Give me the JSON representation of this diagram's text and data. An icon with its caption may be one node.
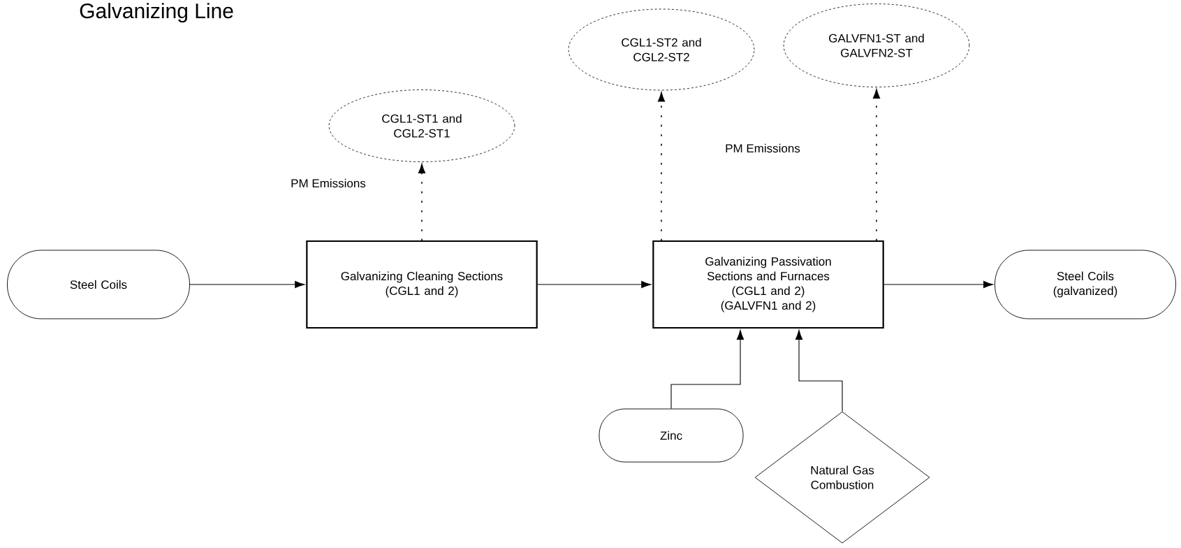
{
  "diagram": {
    "title": "Galvanizing Line",
    "nodes": [
      {
        "text": [
          "CGL1-ST2 and CGL2-ST2"
        ]
      },
      {
        "text": [
          "GALVFN1-ST and GALVFN2-ST"
        ]
      },
      {
        "text": [
          "CGL1-ST1 and CGL2-ST1"
        ]
      },
      {
        "text": [
          "Steel Coils"
        ]
      },
      {
        "text": [
          "Galvanizing Cleaning Sections",
          "(CGL1 and 2)"
        ]
      },
      {
        "text": [
          "Galvanizing Passivation Sections and Furnaces",
          "(CGL1 and 2)",
          "(GALVFN1 and 2)"
        ]
      },
      {
        "text": [
          "Steel Coils",
          "(galvanized)"
        ]
      },
      {
        "text": [
          "Zinc"
        ]
      },
      {
        "text": [
          "Natural Gas Combustion"
        ]
      }
    ],
    "edges": [
      {
        "from": 3,
        "to": 4,
        "arrow": "to"
      },
      {
        "from": 4,
        "to": 5,
        "arrow": "to"
      },
      {
        "from": 5,
        "to": 6,
        "arrow": "to"
      },
      {
        "from": 4,
        "to": 2,
        "arrow": "to",
        "style": "dashed"
      },
      {
        "from": 5,
        "to": 0,
        "arrow": "to",
        "style": "dashed"
      },
      {
        "from": 5,
        "to": 1,
        "arrow": "to",
        "style": "dashed"
      },
      {
        "from": 7,
        "to": 5,
        "arrow": "to"
      },
      {
        "from": 8,
        "to": 5,
        "arrow": "to"
      }
    ],
    "labels": [
      "PM Emissions",
      "PM Emissions"
    ]
  }
}
